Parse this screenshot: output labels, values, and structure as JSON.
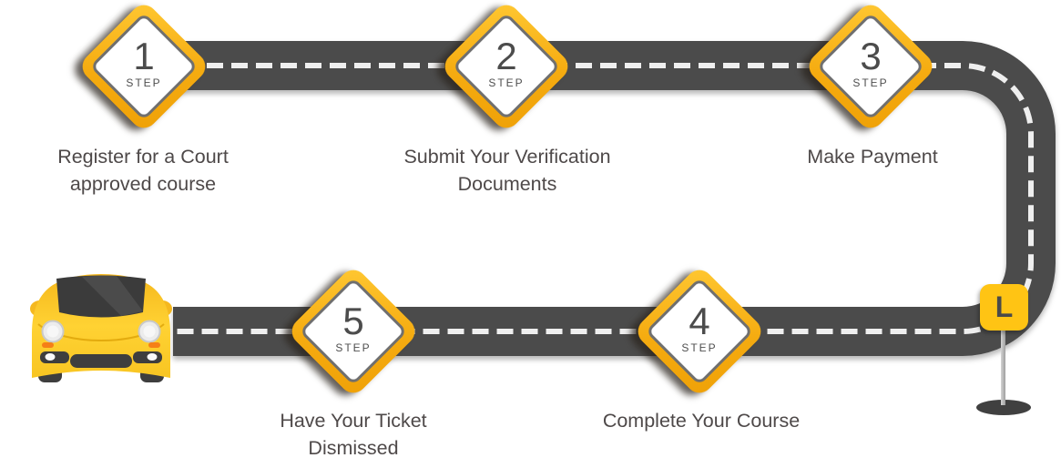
{
  "roadmap": {
    "step_word": "STEP",
    "steps": [
      {
        "number": "1",
        "line1": "Register for a Court",
        "line2": "approved course"
      },
      {
        "number": "2",
        "line1": "Submit Your Verification",
        "line2": "Documents"
      },
      {
        "number": "3",
        "line1": "Make Payment",
        "line2": ""
      },
      {
        "number": "4",
        "line1": "Complete Your Course",
        "line2": ""
      },
      {
        "number": "5",
        "line1": "Have Your Ticket",
        "line2": "Dismissed"
      }
    ],
    "l_plate_label": "L",
    "colors": {
      "road": "#4B4B4B",
      "road_dash": "#EFEFEF",
      "sign_gold": "#F5AB10",
      "sign_gold_light": "#FFC832",
      "sign_inner_border": "#6F6F6F",
      "text": "#4E4949",
      "l_plate": "#FFC414",
      "car_body": "#FFD233"
    }
  }
}
